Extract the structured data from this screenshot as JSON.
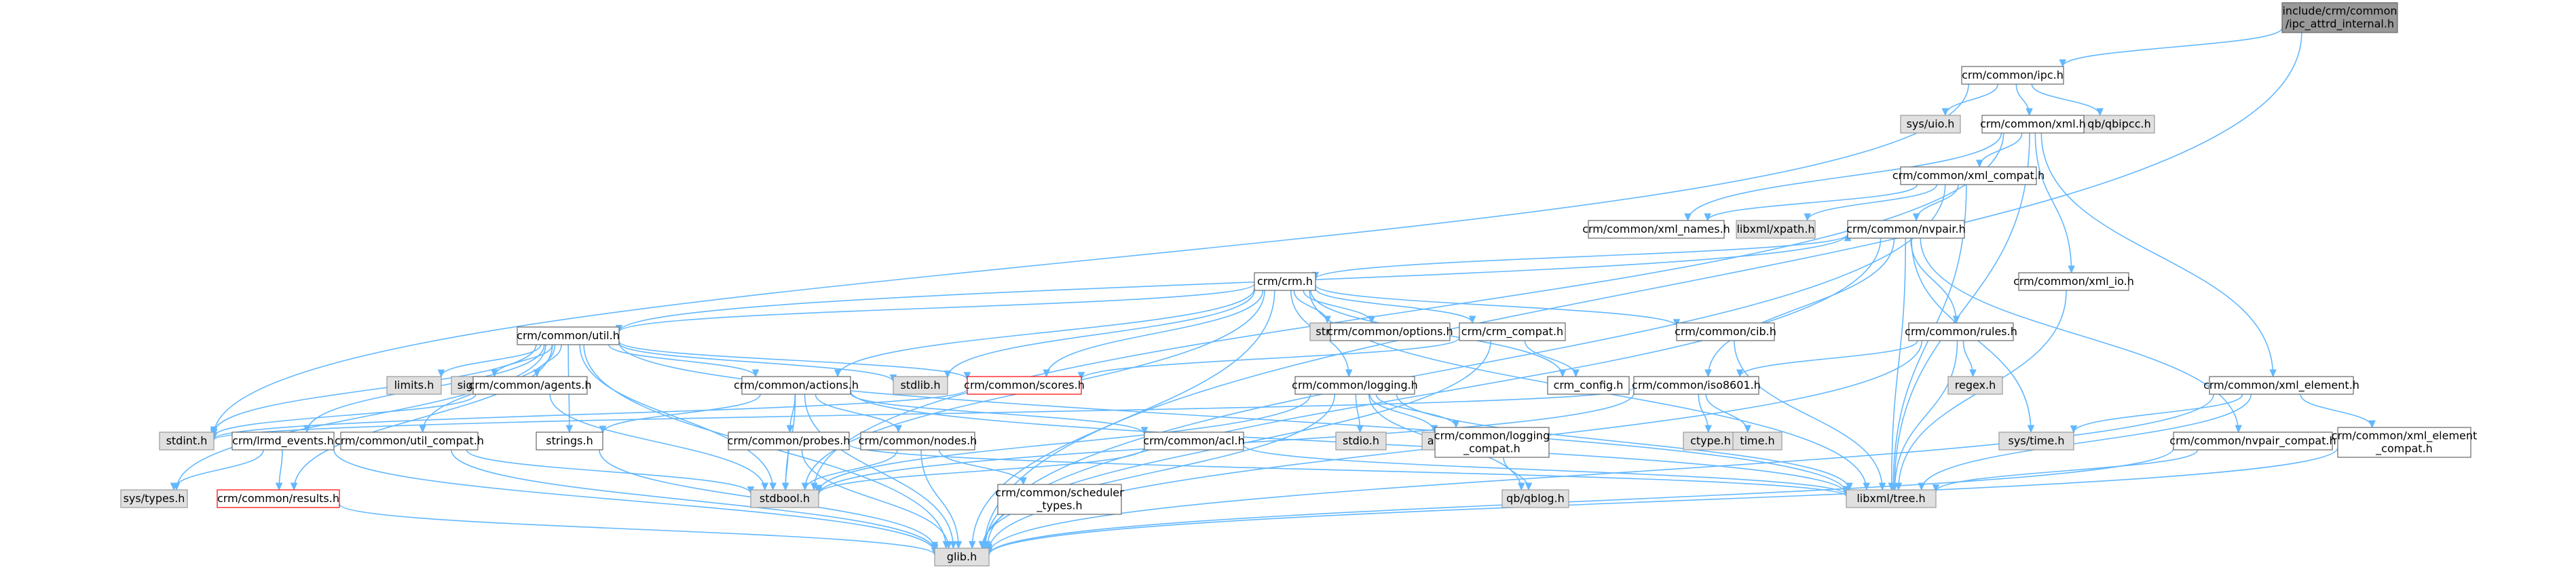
{
  "colors": {
    "edge": "#63b8ff",
    "node_fill": "#ffffff",
    "node_stroke": "#666666",
    "external_fill": "#e0e0e0",
    "external_stroke": "#999999",
    "root_fill": "#999999",
    "root_stroke": "#666666",
    "undocumented_stroke": "#ff0000",
    "text": "#000000"
  },
  "nodes": {
    "root": {
      "lines": [
        "include/crm/common",
        "/ipc_attrd_internal.h"
      ],
      "kind": "root"
    },
    "ipc": {
      "lines": [
        "crm/common/ipc.h"
      ],
      "kind": "doc"
    },
    "sys_uio": {
      "lines": [
        "sys/uio.h"
      ],
      "kind": "ext"
    },
    "qb_qbipcc": {
      "lines": [
        "qb/qbipcc.h"
      ],
      "kind": "ext"
    },
    "xml": {
      "lines": [
        "crm/common/xml.h"
      ],
      "kind": "doc"
    },
    "xml_compat": {
      "lines": [
        "crm/common/xml_compat.h"
      ],
      "kind": "doc"
    },
    "xml_names": {
      "lines": [
        "crm/common/xml_names.h"
      ],
      "kind": "doc"
    },
    "libxml_xpath": {
      "lines": [
        "libxml/xpath.h"
      ],
      "kind": "ext"
    },
    "nvpair": {
      "lines": [
        "crm/common/nvpair.h"
      ],
      "kind": "doc"
    },
    "xml_io": {
      "lines": [
        "crm/common/xml_io.h"
      ],
      "kind": "doc"
    },
    "crm_h": {
      "lines": [
        "crm/crm.h"
      ],
      "kind": "doc"
    },
    "string_h": {
      "lines": [
        "string.h"
      ],
      "kind": "ext"
    },
    "options": {
      "lines": [
        "crm/common/options.h"
      ],
      "kind": "doc"
    },
    "crm_compat": {
      "lines": [
        "crm/crm_compat.h"
      ],
      "kind": "doc"
    },
    "cib": {
      "lines": [
        "crm/common/cib.h"
      ],
      "kind": "doc"
    },
    "rules": {
      "lines": [
        "crm/common/rules.h"
      ],
      "kind": "doc"
    },
    "util": {
      "lines": [
        "crm/common/util.h"
      ],
      "kind": "doc"
    },
    "limits_h": {
      "lines": [
        "limits.h"
      ],
      "kind": "ext"
    },
    "signal_h": {
      "lines": [
        "signal.h"
      ],
      "kind": "ext"
    },
    "agents": {
      "lines": [
        "crm/common/agents.h"
      ],
      "kind": "doc"
    },
    "actions": {
      "lines": [
        "crm/common/actions.h"
      ],
      "kind": "doc"
    },
    "stdlib_h": {
      "lines": [
        "stdlib.h"
      ],
      "kind": "ext"
    },
    "scores": {
      "lines": [
        "crm/common/scores.h"
      ],
      "kind": "undoc"
    },
    "crm_config": {
      "lines": [
        "crm_config.h"
      ],
      "kind": "doc"
    },
    "regex_h": {
      "lines": [
        "regex.h"
      ],
      "kind": "ext"
    },
    "iso8601": {
      "lines": [
        "crm/common/iso8601.h"
      ],
      "kind": "doc"
    },
    "logging": {
      "lines": [
        "crm/common/logging.h"
      ],
      "kind": "doc"
    },
    "xml_element": {
      "lines": [
        "crm/common/xml_element.h"
      ],
      "kind": "doc"
    },
    "stdint_h": {
      "lines": [
        "stdint.h"
      ],
      "kind": "ext"
    },
    "lrmd_events": {
      "lines": [
        "crm/lrmd_events.h"
      ],
      "kind": "doc"
    },
    "util_compat": {
      "lines": [
        "crm/common/util_compat.h"
      ],
      "kind": "doc"
    },
    "strings_h": {
      "lines": [
        "strings.h"
      ],
      "kind": "doc"
    },
    "probes": {
      "lines": [
        "crm/common/probes.h"
      ],
      "kind": "doc"
    },
    "nodes": {
      "lines": [
        "crm/common/nodes.h"
      ],
      "kind": "doc"
    },
    "acl": {
      "lines": [
        "crm/common/acl.h"
      ],
      "kind": "doc"
    },
    "stdio_h": {
      "lines": [
        "stdio.h"
      ],
      "kind": "ext"
    },
    "assert_h": {
      "lines": [
        "assert.h"
      ],
      "kind": "ext"
    },
    "logging_compat": {
      "lines": [
        "crm/common/logging",
        "_compat.h"
      ],
      "kind": "doc"
    },
    "ctype_h": {
      "lines": [
        "ctype.h"
      ],
      "kind": "ext"
    },
    "time_h": {
      "lines": [
        "time.h"
      ],
      "kind": "ext"
    },
    "sys_time": {
      "lines": [
        "sys/time.h"
      ],
      "kind": "ext"
    },
    "nvpair_compat": {
      "lines": [
        "crm/common/nvpair_compat.h"
      ],
      "kind": "doc"
    },
    "xml_element_compat": {
      "lines": [
        "crm/common/xml_element",
        "_compat.h"
      ],
      "kind": "doc"
    },
    "sys_types": {
      "lines": [
        "sys/types.h"
      ],
      "kind": "ext"
    },
    "results": {
      "lines": [
        "crm/common/results.h"
      ],
      "kind": "undoc"
    },
    "stdbool_h": {
      "lines": [
        "stdbool.h"
      ],
      "kind": "ext"
    },
    "scheduler_types": {
      "lines": [
        "crm/common/scheduler",
        "_types.h"
      ],
      "kind": "doc"
    },
    "libxml_tree": {
      "lines": [
        "libxml/tree.h"
      ],
      "kind": "ext"
    },
    "qb_qblog": {
      "lines": [
        "qb/qblog.h"
      ],
      "kind": "ext"
    },
    "glib_h": {
      "lines": [
        "glib.h"
      ],
      "kind": "ext"
    }
  },
  "edges": [
    [
      "root",
      "ipc"
    ],
    [
      "root",
      "glib_h"
    ],
    [
      "ipc",
      "sys_uio"
    ],
    [
      "ipc",
      "qb_qbipcc"
    ],
    [
      "ipc",
      "xml"
    ],
    [
      "ipc",
      "stdint_h"
    ],
    [
      "xml",
      "xml_compat"
    ],
    [
      "xml",
      "xml_names"
    ],
    [
      "xml",
      "xml_io"
    ],
    [
      "xml",
      "xml_element"
    ],
    [
      "xml",
      "libxml_tree"
    ],
    [
      "xml",
      "stdbool_h"
    ],
    [
      "xml_compat",
      "xml_names"
    ],
    [
      "xml_compat",
      "libxml_xpath"
    ],
    [
      "xml_compat",
      "nvpair"
    ],
    [
      "xml_compat",
      "libxml_tree"
    ],
    [
      "xml_compat",
      "glib_h"
    ],
    [
      "nvpair",
      "crm_h"
    ],
    [
      "nvpair",
      "rules"
    ],
    [
      "nvpair",
      "iso8601"
    ],
    [
      "nvpair",
      "nvpair_compat"
    ],
    [
      "nvpair",
      "sys_time"
    ],
    [
      "nvpair",
      "libxml_tree"
    ],
    [
      "nvpair",
      "glib_h"
    ],
    [
      "xml_io",
      "libxml_tree"
    ],
    [
      "crm_h",
      "string_h"
    ],
    [
      "crm_h",
      "options"
    ],
    [
      "crm_h",
      "crm_compat"
    ],
    [
      "crm_h",
      "cib"
    ],
    [
      "crm_h",
      "crm_config"
    ],
    [
      "crm_h",
      "util"
    ],
    [
      "crm_h",
      "logging"
    ],
    [
      "crm_h",
      "actions"
    ],
    [
      "crm_h",
      "scores"
    ],
    [
      "crm_h",
      "stdlib_h"
    ],
    [
      "crm_h",
      "libxml_tree"
    ],
    [
      "crm_h",
      "stdbool_h"
    ],
    [
      "crm_h",
      "glib_h"
    ],
    [
      "crm_compat",
      "crm_config"
    ],
    [
      "crm_compat",
      "scores"
    ],
    [
      "crm_compat",
      "glib_h"
    ],
    [
      "cib",
      "libxml_tree"
    ],
    [
      "rules",
      "regex_h"
    ],
    [
      "rules",
      "iso8601"
    ],
    [
      "rules",
      "libxml_tree"
    ],
    [
      "rules",
      "glib_h"
    ],
    [
      "iso8601",
      "ctype_h"
    ],
    [
      "iso8601",
      "time_h"
    ],
    [
      "iso8601",
      "stdint_h"
    ],
    [
      "iso8601",
      "stdbool_h"
    ],
    [
      "util",
      "nvpair"
    ],
    [
      "util",
      "limits_h"
    ],
    [
      "util",
      "signal_h"
    ],
    [
      "util",
      "agents"
    ],
    [
      "util",
      "actions"
    ],
    [
      "util",
      "stdlib_h"
    ],
    [
      "util",
      "scores"
    ],
    [
      "util",
      "stdint_h"
    ],
    [
      "util",
      "lrmd_events"
    ],
    [
      "util",
      "util_compat"
    ],
    [
      "util",
      "strings_h"
    ],
    [
      "util",
      "results"
    ],
    [
      "util",
      "sys_types"
    ],
    [
      "util",
      "stdbool_h"
    ],
    [
      "util",
      "libxml_tree"
    ],
    [
      "util",
      "glib_h"
    ],
    [
      "agents",
      "stdint_h"
    ],
    [
      "agents",
      "stdbool_h"
    ],
    [
      "actions",
      "strings_h"
    ],
    [
      "actions",
      "probes"
    ],
    [
      "actions",
      "nodes"
    ],
    [
      "actions",
      "acl"
    ],
    [
      "actions",
      "libxml_tree"
    ],
    [
      "actions",
      "stdbool_h"
    ],
    [
      "actions",
      "glib_h"
    ],
    [
      "scores",
      "stdint_h"
    ],
    [
      "logging",
      "stdio_h"
    ],
    [
      "logging",
      "assert_h"
    ],
    [
      "logging",
      "logging_compat"
    ],
    [
      "logging",
      "qb_qblog"
    ],
    [
      "logging",
      "libxml_tree"
    ],
    [
      "logging",
      "stdbool_h"
    ],
    [
      "logging",
      "glib_h"
    ],
    [
      "logging_compat",
      "qb_qblog"
    ],
    [
      "xml_element",
      "sys_time"
    ],
    [
      "xml_element",
      "xml_element_compat"
    ],
    [
      "xml_element",
      "libxml_tree"
    ],
    [
      "xml_element",
      "glib_h"
    ],
    [
      "xml_element_compat",
      "glib_h"
    ],
    [
      "nvpair_compat",
      "libxml_tree"
    ],
    [
      "nvpair_compat",
      "glib_h"
    ],
    [
      "lrmd_events",
      "sys_types"
    ],
    [
      "lrmd_events",
      "results"
    ],
    [
      "lrmd_events",
      "glib_h"
    ],
    [
      "util_compat",
      "stdbool_h"
    ],
    [
      "util_compat",
      "glib_h"
    ],
    [
      "strings_h",
      "glib_h"
    ],
    [
      "probes",
      "stdbool_h"
    ],
    [
      "probes",
      "libxml_tree"
    ],
    [
      "probes",
      "glib_h"
    ],
    [
      "nodes",
      "scheduler_types"
    ],
    [
      "nodes",
      "stdbool_h"
    ],
    [
      "nodes",
      "glib_h"
    ],
    [
      "acl",
      "libxml_tree"
    ],
    [
      "acl",
      "stdbool_h"
    ],
    [
      "results",
      "glib_h"
    ]
  ]
}
